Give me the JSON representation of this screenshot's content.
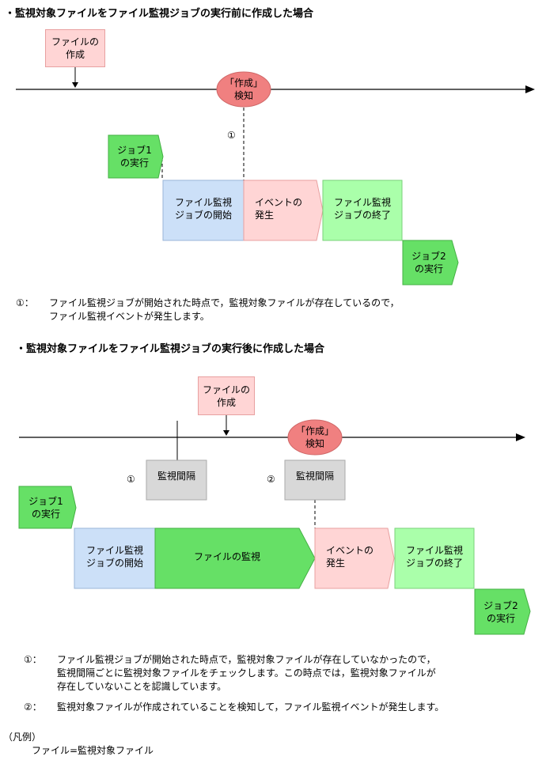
{
  "section1": {
    "title": "・監視対象ファイルをファイル監視ジョブの実行前に作成した場合",
    "file_created": "ファイルの\n作成",
    "detect": "「作成」\n検知",
    "marker": "①",
    "job1": "ジョブ1\nの実行",
    "job2": "ジョブ2\nの実行",
    "monitor_start": "ファイル監視\nジョブの開始",
    "event": "イベントの\n発生",
    "monitor_end": "ファイル監視\nジョブの終了",
    "note_marker": "①：",
    "note_text": "ファイル監視ジョブが開始された時点で，監視対象ファイルが存在しているので，\nファイル監視イベントが発生します。"
  },
  "section2": {
    "title": "・監視対象ファイルをファイル監視ジョブの実行後に作成した場合",
    "file_created": "ファイルの\n作成",
    "detect": "「作成」\n検知",
    "marker1": "①",
    "marker2": "②",
    "interval1": "監視間隔",
    "interval2": "監視間隔",
    "job1": "ジョブ1\nの実行",
    "job2": "ジョブ2\nの実行",
    "monitor_start": "ファイル監視\nジョブの開始",
    "monitoring": "ファイルの監視",
    "event": "イベントの\n発生",
    "monitor_end": "ファイル監視\nジョブの終了",
    "note1_marker": "①：",
    "note1_text": "ファイル監視ジョブが開始された時点で，監視対象ファイルが存在していなかったので，\n監視間隔ごとに監視対象ファイルをチェックします。この時点では，監視対象ファイルが\n存在していないことを認識しています。",
    "note2_marker": "②：",
    "note2_text": "監視対象ファイルが作成されていることを検知して，ファイル監視イベントが発生します。"
  },
  "legend": {
    "title": "（凡例）",
    "item": "ファイル=監視対象ファイル"
  },
  "colors": {
    "pink": "#ffd5d5",
    "pink_border": "#e8a0a0",
    "red_ellipse": "#f08080",
    "green": "#66e066",
    "light_green": "#aaffaa",
    "light_blue": "#cce0f8",
    "gray": "#d8d8d8"
  }
}
